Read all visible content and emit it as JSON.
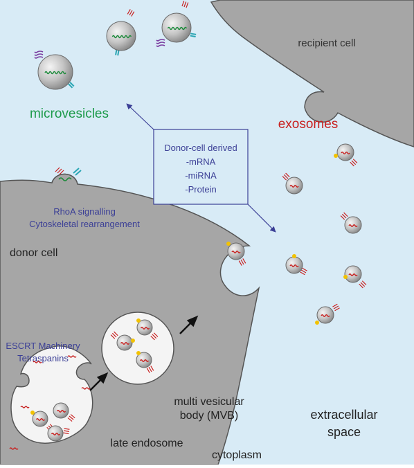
{
  "labels": {
    "recipient_cell": "recipient cell",
    "microvesicles": "microvesicles",
    "exosomes": "exosomes",
    "donor_box": {
      "line1": "Donor-cell derived",
      "line2": "-mRNA",
      "line3": "-miRNA",
      "line4": "-Protein"
    },
    "rhoa": {
      "line1": "RhoA signalling",
      "line2": "Cytoskeletal rearrangement"
    },
    "donor_cell": "donor cell",
    "escrt": {
      "line1": "ESCRT Machinery",
      "line2": "Tetraspanins"
    },
    "mvb": {
      "line1": "multi vesicular",
      "line2": "body (MVB)"
    },
    "late_endosome": "late endosome",
    "cytoplasm": "cytoplasm",
    "extracellular": {
      "line1": "extracellular",
      "line2": "space"
    }
  },
  "colors": {
    "background": "#d8ebf6",
    "cell": "#a6a6a6",
    "cell_edge": "#555555",
    "vesicle_interior": "#f4f4f4",
    "microvesicle_label": "#1c9a4a",
    "exosome_label": "#c8201f",
    "annotation_text": "#3b3f96",
    "box_border": "#3b3f96",
    "rna_green": "#1c8a3a",
    "rna_red": "#c8201f",
    "marker_teal": "#2aa6b4",
    "marker_purple": "#7a3ea0",
    "marker_yellow": "#f2c200"
  },
  "icons": {
    "microvesicle": "microvesicle-icon",
    "exosome": "exosome-icon",
    "rna_strand": "rna-strand-icon"
  }
}
